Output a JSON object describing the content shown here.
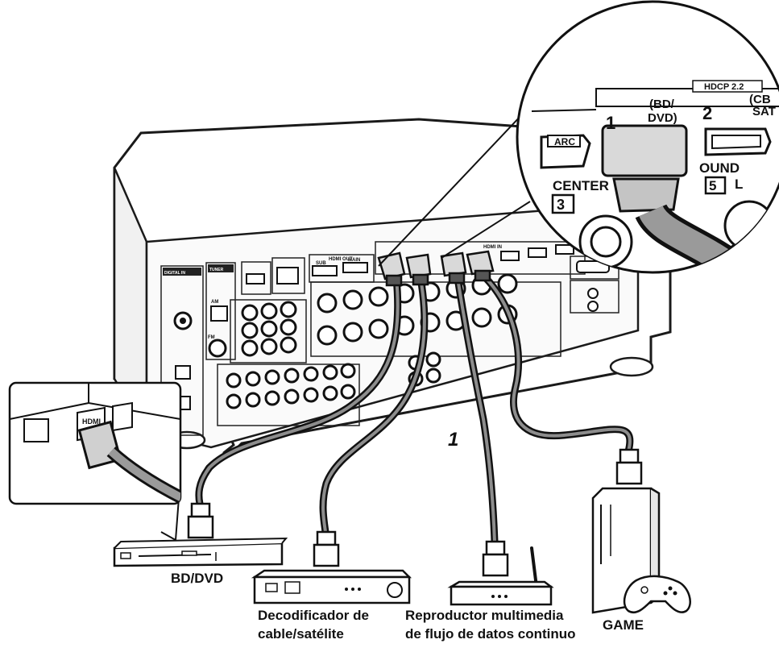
{
  "devices": {
    "bd_dvd": "BD/DVD",
    "cable_line1": "Decodificador de",
    "cable_line2": "cable/satélite",
    "stream_line1": "Reproductor multimedia",
    "stream_line2": "de flujo de datos continuo",
    "game": "GAME"
  },
  "step_marker": "1",
  "zoom_panel": {
    "hdcp": "HDCP 2.2",
    "arc": "ARC",
    "port1": "1",
    "port1_label_line1": "(BD/",
    "port1_label_line2": "DVD)",
    "port2": "2",
    "port2_label_line1": "(CB",
    "port2_label_line2": "SAT",
    "center": "CENTER",
    "center_num": "3",
    "surround": "OUND",
    "surround_num": "5",
    "surround_side": "L"
  },
  "callout_panel": {
    "hdmi": "HDMI"
  },
  "receiver": {
    "hdmi_out": "HDMI OUT",
    "hdmi_in": "HDMI IN",
    "digital_in": "DIGITAL IN",
    "tuner": "TUNER",
    "am": "AM",
    "fm": "FM",
    "sub": "SUB",
    "main": "MAIN"
  }
}
